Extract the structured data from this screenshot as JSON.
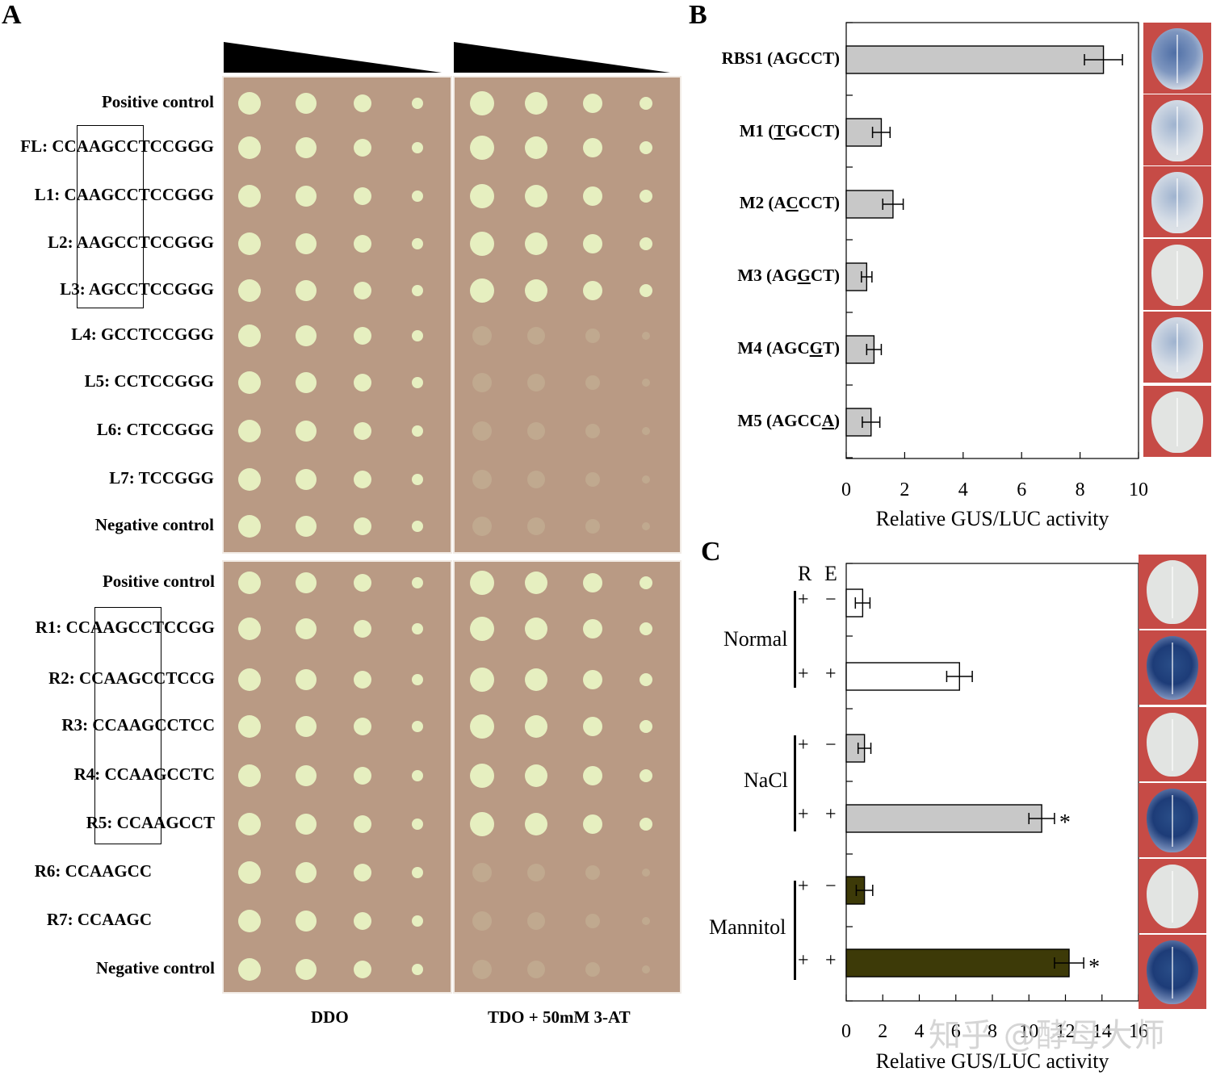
{
  "panelA": {
    "letter": "A",
    "upper_labels": [
      "Positive control",
      "FL: CCAAGCCTCCGGG",
      "L1: CAAGCCTCCGGG",
      "L2: AAGCCTCCGGG",
      "L3: AGCCTCCGGG",
      "L4: GCCTCCGGG",
      "L5: CCTCCGGG",
      "L6: CTCCGGG",
      "L7: TCCGGG",
      "Negative control"
    ],
    "lower_labels": [
      "Positive control",
      "R1: CCAAGCCTCCGG",
      "R2: CCAAGCCTCCG",
      "R3: CCAAGCCTCC",
      "R4: CCAAGCCTC",
      "R5: CCAAGCCT",
      "R6: CCAAGCC",
      "R7: CCAAGC",
      "Negative control"
    ],
    "media": [
      "DDO",
      "TDO + 50mM 3-AT"
    ],
    "colors": {
      "plate": "#b99a84",
      "colony": "#e6efc0"
    }
  },
  "panelB": {
    "letter": "B",
    "labels": [
      {
        "pre": "RBS1 (AGCCT)",
        "u": "",
        "post": ""
      },
      {
        "pre": "M1 (",
        "u": "T",
        "post": "GCCT)"
      },
      {
        "pre": "M2 (A",
        "u": "C",
        "post": "CCT)"
      },
      {
        "pre": "M3 (AG",
        "u": "G",
        "post": "CT)"
      },
      {
        "pre": "M4 (AGC",
        "u": "G",
        "post": "T)"
      },
      {
        "pre": "M5 (AGCC",
        "u": "A",
        "post": ")"
      }
    ],
    "ticks": [
      "0",
      "2",
      "4",
      "6",
      "8",
      "10"
    ],
    "xlabel": "Relative GUS/LUC activity"
  },
  "panelC": {
    "letter": "C",
    "header": [
      "R",
      "E"
    ],
    "groups": [
      "Normal",
      "NaCl",
      "Mannitol"
    ],
    "rows": [
      {
        "r": "+",
        "e": "−"
      },
      {
        "r": "+",
        "e": "+"
      },
      {
        "r": "+",
        "e": "−"
      },
      {
        "r": "+",
        "e": "+"
      },
      {
        "r": "+",
        "e": "−"
      },
      {
        "r": "+",
        "e": "+"
      }
    ],
    "star": "*",
    "ticks": [
      "0",
      "2",
      "4",
      "6",
      "8",
      "10",
      "12",
      "14",
      "16"
    ],
    "xlabel": "Relative GUS/LUC activity"
  },
  "chart_data": [
    {
      "type": "bar",
      "orientation": "horizontal",
      "categories": [
        "RBS1 (AGCCT)",
        "M1 (TGCCT)",
        "M2 (ACCCT)",
        "M3 (AGGCT)",
        "M4 (AGCGT)",
        "M5 (AGCCA)"
      ],
      "values": [
        8.8,
        1.2,
        1.6,
        0.7,
        0.95,
        0.85
      ],
      "errors": [
        0.65,
        0.3,
        0.35,
        0.18,
        0.25,
        0.3
      ],
      "xlabel": "Relative GUS/LUC activity",
      "xlim": [
        0,
        10
      ],
      "colors": {
        "bar": "#c8c8c8"
      }
    },
    {
      "type": "bar",
      "orientation": "horizontal",
      "categories": [
        "Normal R+ E−",
        "Normal R+ E+",
        "NaCl R+ E−",
        "NaCl R+ E+",
        "Mannitol R+ E−",
        "Mannitol R+ E+"
      ],
      "values": [
        0.9,
        6.2,
        1.0,
        10.7,
        1.0,
        12.2
      ],
      "errors": [
        0.4,
        0.7,
        0.35,
        0.7,
        0.45,
        0.8
      ],
      "significant": [
        false,
        false,
        false,
        true,
        false,
        true
      ],
      "xlabel": "Relative GUS/LUC activity",
      "xlim": [
        0,
        16
      ],
      "colors": {
        "normal": "#ffffff",
        "nacl": "#c8c8c8",
        "mannitol": "#3d3a08"
      }
    }
  ],
  "watermark": "知乎 @酵母大师"
}
